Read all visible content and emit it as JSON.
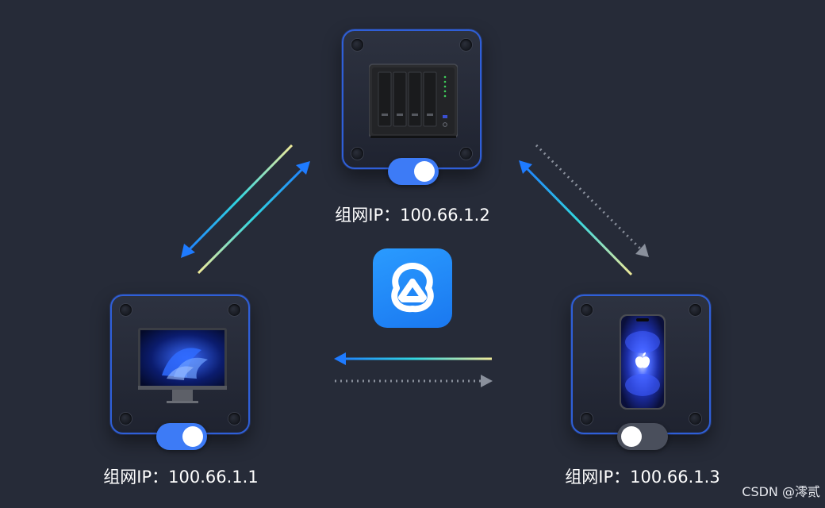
{
  "nodes": {
    "nas": {
      "ip_label": "组网IP：100.66.1.2",
      "toggle_on": true
    },
    "pc": {
      "ip_label": "组网IP：100.66.1.1",
      "toggle_on": true
    },
    "phone": {
      "ip_label": "组网IP：100.66.1.3",
      "toggle_on": false
    }
  },
  "colors": {
    "background": "#262b38",
    "node_border": "#2f5fd8",
    "toggle_on": "#3d7bf6",
    "toggle_off": "#4a4f5c",
    "arrow_solid_start": "#1e7bff",
    "arrow_solid_mid": "#31d6e0",
    "arrow_solid_end": "#f0eb9a",
    "arrow_dotted": "#8a909c",
    "logo": "#1f86f6"
  },
  "icons": [
    "nas-icon",
    "monitor-icon",
    "phone-icon",
    "app-logo-icon",
    "toggle-switch"
  ],
  "watermark": "CSDN @澪贰"
}
